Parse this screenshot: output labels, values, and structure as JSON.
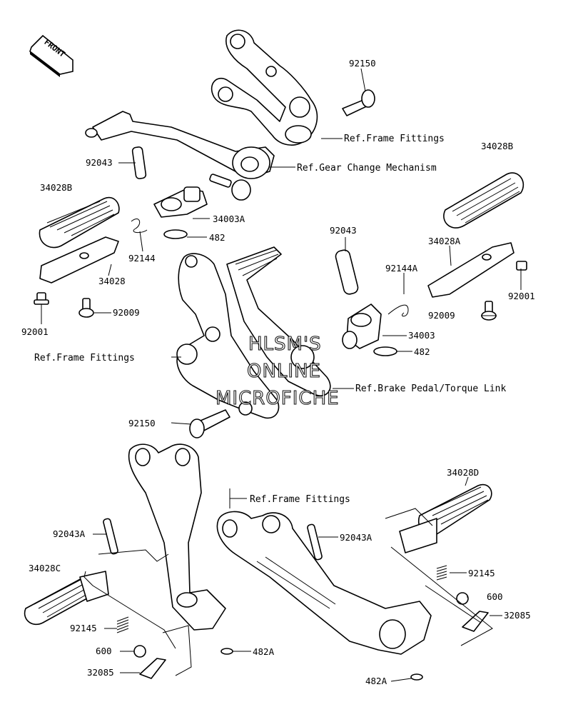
{
  "front_label": "FRONT",
  "watermark": {
    "line1": "HLSM'S",
    "line2": "ONLINE",
    "line3": "MICROFICHE"
  },
  "refs": {
    "frame_fittings": "Ref.Frame Fittings",
    "gear_change": "Ref.Gear Change Mechanism",
    "brake_pedal": "Ref.Brake Pedal/Torque Link"
  },
  "parts": {
    "p92150_top": "92150",
    "p92043_left": "92043",
    "p34028B_left": "34028B",
    "p34003A": "34003A",
    "p482_top": "482",
    "p92144": "92144",
    "p34028": "34028",
    "p92001_left": "92001",
    "p92009_left": "92009",
    "p34028B_right": "34028B",
    "p92043_right": "92043",
    "p34028A": "34028A",
    "p92144A": "92144A",
    "p92001_right": "92001",
    "p92009_right": "92009",
    "p34003": "34003",
    "p482_mid": "482",
    "p92150_mid": "92150",
    "p34028D": "34028D",
    "p92043A_left": "92043A",
    "p92043A_right": "92043A",
    "p34028C": "34028C",
    "p92145_right": "92145",
    "p600_right": "600",
    "p32085_right": "32085",
    "p92145_left": "92145",
    "p600_left": "600",
    "p482A_left": "482A",
    "p32085_left": "32085",
    "p482A_right": "482A"
  }
}
